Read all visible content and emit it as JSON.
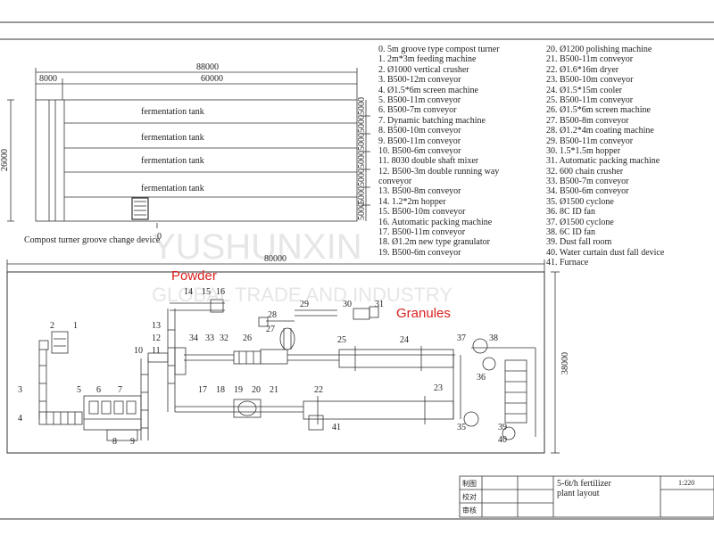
{
  "top_plan": {
    "dim_total": "88000",
    "dim_left": "8000",
    "dim_right": "60000",
    "dim_height": "26000",
    "tank_label": "fermentation tank",
    "tank_count": 4,
    "right_dims": [
      "5000",
      "5000",
      "5000",
      "5000",
      "5000",
      "5000",
      "5000"
    ],
    "caption": "Compost turner groove change device",
    "zero_mark": "0"
  },
  "layout_plan": {
    "dim_width": "80000",
    "dim_height": "38000",
    "label_powder": "Powder",
    "label_granules": "Granules",
    "callouts": [
      "1",
      "2",
      "3",
      "4",
      "5",
      "6",
      "7",
      "8",
      "9",
      "10",
      "11",
      "12",
      "13",
      "14",
      "15",
      "16",
      "17",
      "18",
      "19",
      "20",
      "21",
      "22",
      "23",
      "24",
      "25",
      "26",
      "27",
      "28",
      "29",
      "30",
      "31",
      "32",
      "33",
      "34",
      "35",
      "36",
      "37",
      "38",
      "39",
      "40",
      "41"
    ]
  },
  "watermark": {
    "line1": "YUSHUNXIN",
    "line2": "GLOBAL TRADE AND INDUSTRY"
  },
  "legend_col1": [
    "0. 5m groove type compost turner",
    "1. 2m*3m feeding machine",
    "2. Ø1000 vertical crusher",
    "3. B500-12m conveyor",
    "4. Ø1.5*6m screen machine",
    "5. B500-11m conveyor",
    "6. B500-7m conveyor",
    "7. Dynamic batching machine",
    "8. B500-10m conveyor",
    "9. B500-11m conveyor",
    "10. B500-6m conveyor",
    "11. 8030 double shaft mixer",
    "12. B500-3m double running way",
    "conveyor",
    "13. B500-8m conveyor",
    "14. 1.2*2m hopper",
    "15. B500-10m conveyor",
    "16. Automatic packing machine",
    "17. B500-11m conveyor",
    "18. Ø1.2m new type granulator",
    "19. B500-6m conveyor"
  ],
  "legend_col2": [
    "20. Ø1200 polishing machine",
    "21. B500-11m conveyor",
    "22. Ø1.6*16m dryer",
    "23. B500-10m conveyor",
    "24. Ø1.5*15m cooler",
    "25. B500-11m conveyor",
    "26. Ø1.5*6m screen machine",
    "27. B500-8m conveyor",
    "28. Ø1.2*4m coating machine",
    "29. B500-11m conveyor",
    "30. 1.5*1.5m hopper",
    "31. Automatic packing machine",
    "32. 600 chain crusher",
    "33. B500-7m conveyor",
    "34. B500-6m conveyor",
    "35. Ø1500 cyclone",
    "36. 8C ID fan",
    "37. Ø1500 cyclone",
    "38. 6C ID fan",
    "39. Dust fall room",
    "40. Water curtain dust fall device",
    "41. Furnace"
  ],
  "title_block": {
    "title_line1": "5-6t/h fertilizer",
    "title_line2": "plant layout",
    "scale": "1:220",
    "row_labels": [
      "制图",
      "校对",
      "审核"
    ]
  }
}
